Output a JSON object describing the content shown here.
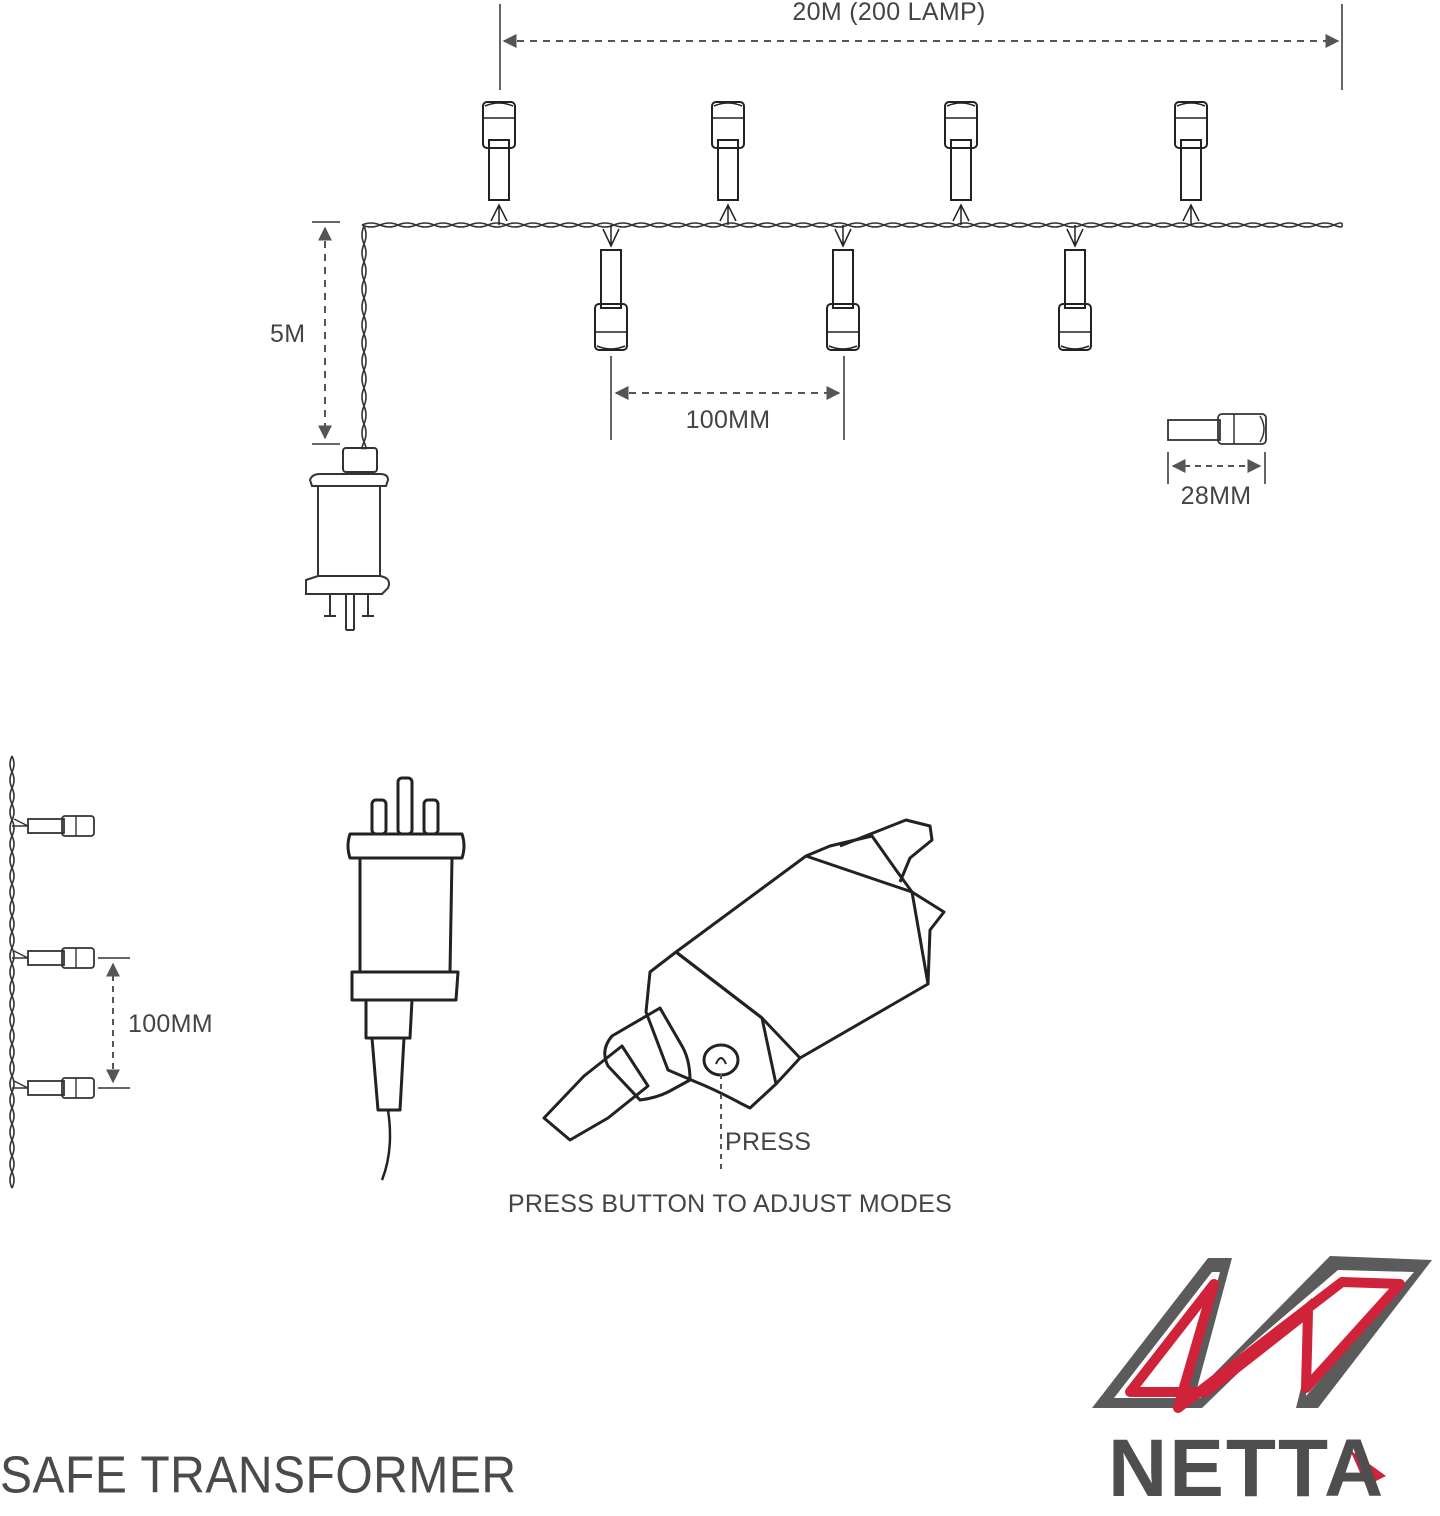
{
  "dimensions": {
    "total_length": "20M (200 LAMP)",
    "lead_length": "5M",
    "lamp_spacing": "100MM",
    "lamp_length": "28MM",
    "side_spacing": "100MM"
  },
  "controller": {
    "press_label": "PRESS",
    "instruction": "PRESS BUTTON TO ADJUST MODES"
  },
  "footer": {
    "title": "SAFE TRANSFORMER"
  },
  "brand": {
    "name": "NETTA",
    "colors": {
      "red": "#d0233a",
      "grey": "#555555"
    }
  },
  "line_color": "#222222"
}
